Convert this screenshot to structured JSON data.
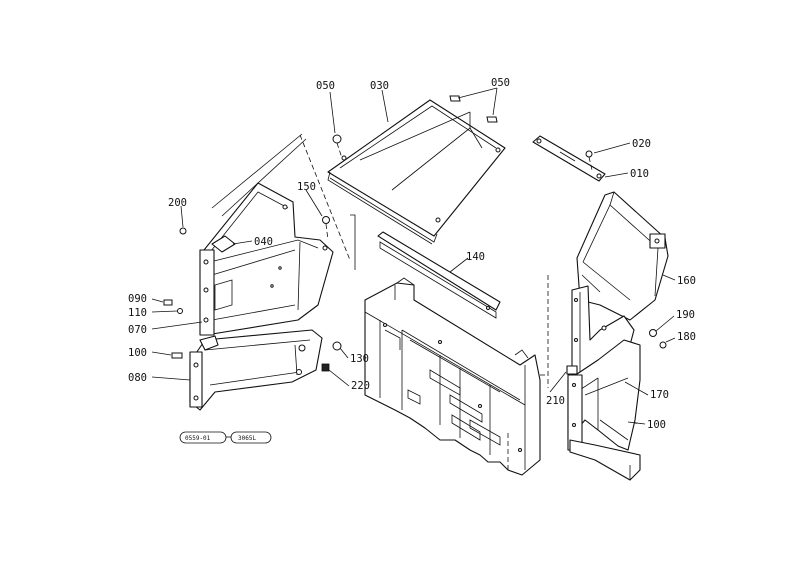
{
  "labels": {
    "p050a": "050",
    "p030": "030",
    "p050b": "050",
    "p020": "020",
    "p010": "010",
    "p150": "150",
    "p200": "200",
    "p040": "040",
    "p140": "140",
    "p160": "160",
    "p090": "090",
    "p110": "110",
    "p070": "070",
    "p190": "190",
    "p180": "180",
    "p100a": "100",
    "p130": "130",
    "p080": "080",
    "p220": "220",
    "p210": "210",
    "p170": "170",
    "p100b": "100"
  },
  "refs": {
    "left": "0559-01",
    "right": "3065L"
  }
}
